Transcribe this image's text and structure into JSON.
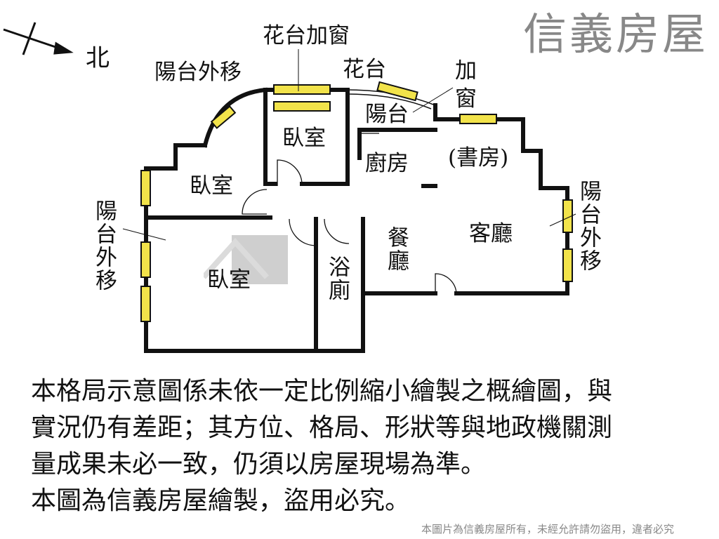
{
  "compass": {
    "direction_label": "北"
  },
  "rooms": {
    "bedroom_upper_left": "臥室",
    "bedroom_upper_mid": "臥室",
    "bedroom_lower": "臥室",
    "kitchen": "廚房",
    "balcony": "陽台",
    "study": "(書房)",
    "living_room": "客廳",
    "dining": "餐廳",
    "bathroom": "浴廁"
  },
  "annotations": {
    "planter_window": "花台加窗",
    "planter": "花台",
    "add_window_1": "加",
    "add_window_2": "窗",
    "balcony_moved_top": "陽台外移",
    "balcony_moved_left": "陽台外移",
    "balcony_moved_right": "陽台外移"
  },
  "disclaimer": [
    "本格局示意圖係未依一定比例縮小繪製之概繪圖，與",
    "實況仍有差距；其方位、格局、形狀等與地政機關測",
    "量成果未必一致，仍須以房屋現場為準。",
    "本圖為信義房屋繪製，盜用必究。"
  ],
  "watermark": {
    "brand": "信義房屋",
    "notice": "本圖片為信義房屋所有，未經允許請勿盜用，違者必究"
  },
  "colors": {
    "wall": "#111111",
    "window": "#f2e34a"
  }
}
